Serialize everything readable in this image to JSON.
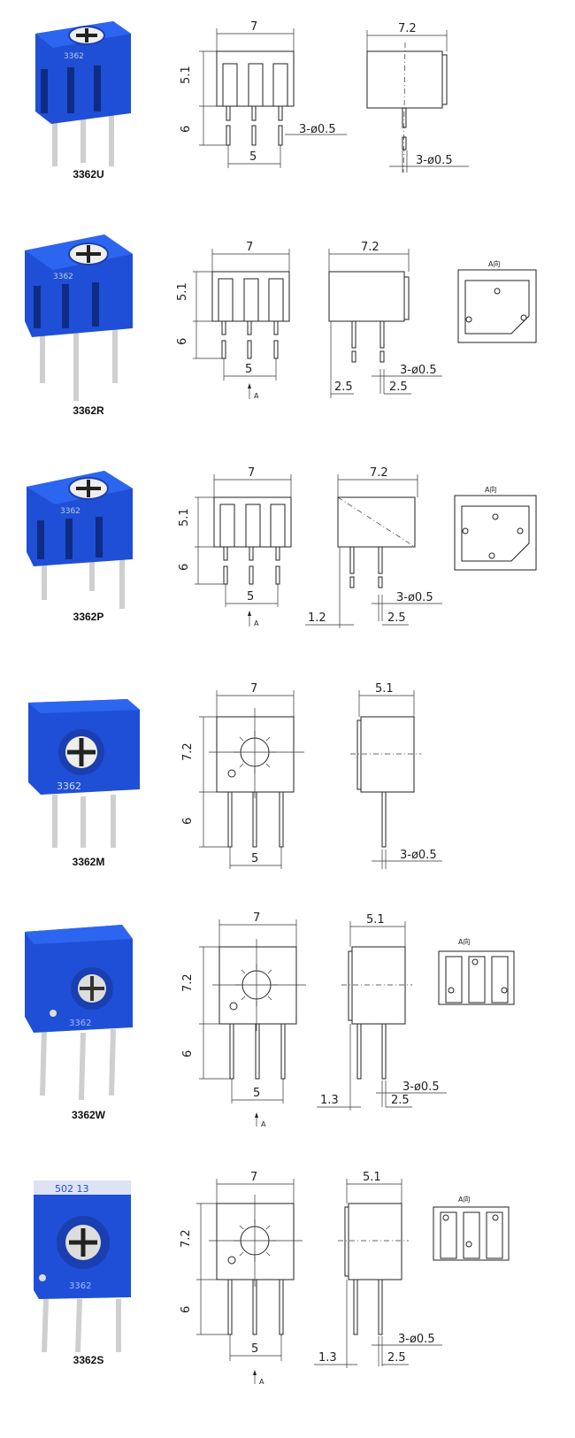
{
  "colors": {
    "body_blue": "#1f4fd6",
    "body_dark": "#17389f",
    "line": "#222222",
    "pin": "#c9c9c9"
  },
  "rows": [
    {
      "model": "3362U",
      "front": {
        "width": "7",
        "height": "5.1",
        "pin": "6",
        "spacing": "5",
        "pins": "3-ø0.5"
      },
      "side": {
        "width": "7.2",
        "pins": "3-ø0.5"
      }
    },
    {
      "model": "3362R",
      "front": {
        "width": "7",
        "height": "5.1",
        "pin": "6",
        "spacing": "5",
        "pins": "A"
      },
      "side": {
        "width": "7.2",
        "pins": "3-ø0.5",
        "offset": "2.5",
        "pitch": "2.5"
      },
      "view": {
        "label": "A向"
      }
    },
    {
      "model": "3362P",
      "front": {
        "width": "7",
        "height": "5.1",
        "pin": "6",
        "spacing": "5",
        "pins": "A"
      },
      "side": {
        "width": "7.2",
        "pins": "3-ø0.5",
        "offset": "1.2",
        "pitch": "2.5"
      },
      "view": {
        "label": "A向"
      }
    },
    {
      "model": "3362M",
      "front": {
        "width": "7",
        "height": "7.2",
        "pin": "6",
        "spacing": "5"
      },
      "side": {
        "width": "5.1",
        "pins": "3-ø0.5"
      }
    },
    {
      "model": "3362W",
      "front": {
        "width": "7",
        "height": "7.2",
        "pin": "6",
        "spacing": "5",
        "pins": "A"
      },
      "side": {
        "width": "5.1",
        "pins": "3-ø0.5",
        "offset": "1.3",
        "pitch": "2.5"
      },
      "view": {
        "label": "A向"
      }
    },
    {
      "model": "3362S",
      "front": {
        "width": "7",
        "height": "7.2",
        "pin": "6",
        "spacing": "5",
        "pins": "A"
      },
      "side": {
        "width": "5.1",
        "pins": "3-ø0.5",
        "offset": "1.3",
        "pitch": "2.5"
      },
      "view": {
        "label": "A向"
      }
    }
  ],
  "photo_marks": {
    "u_code": "3362",
    "r_code": "3362",
    "p_code": "3362",
    "m_code": "3362",
    "w_code": "3362",
    "s_code": "3362",
    "s_top": "502 13"
  }
}
